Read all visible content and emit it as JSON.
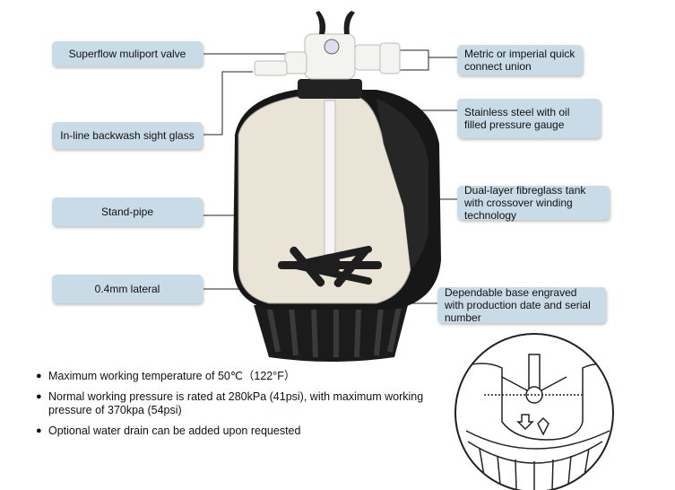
{
  "callouts": {
    "valve": "Superflow muliport valve",
    "sight_glass": "In-line backwash sight glass",
    "stand_pipe": "Stand-pipe",
    "lateral": "0.4mm lateral",
    "union": "Metric or imperial quick connect union",
    "gauge": "Stainless steel with oil filled pressure gauge",
    "tank": "Dual-layer fibreglass tank with crossover winding technology",
    "base": "Dependable base engraved with production date and serial number"
  },
  "bullets": [
    "Maximum working temperature of 50℃（122°F）",
    "Normal working pressure is rated at 280kPa (41psi), with maximum working pressure of 370kpa (54psi)",
    "Optional water drain can be added upon requested"
  ],
  "colors": {
    "label_bg": "#c8dbe6",
    "tank_dark": "#1a1a1a",
    "tank_inner": "#e9e4d6",
    "valve": "#f2f2ee"
  }
}
